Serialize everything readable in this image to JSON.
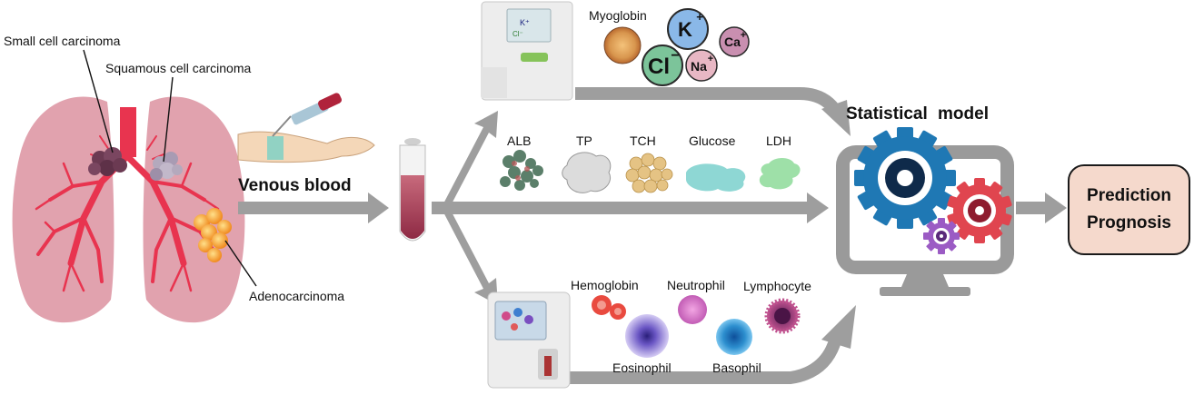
{
  "lung": {
    "labels": {
      "small_cell": "Small cell carcinoma",
      "squamous_cell": "Squamous cell carcinoma",
      "adeno": "Adenocarcinoma"
    }
  },
  "sampling": {
    "label": "Venous blood"
  },
  "analyzers": {
    "biochem_top": {
      "ions": {
        "k": "K",
        "ca": "Ca",
        "cl": "Cl",
        "na": "Na"
      },
      "items": [
        "Myoglobin"
      ]
    },
    "biochem_mid": {
      "items": [
        "ALB",
        "TP",
        "TCH",
        "Glucose",
        "LDH"
      ]
    },
    "hematology": {
      "items": [
        "Hemoglobin",
        "Neutrophil",
        "Lymphocyte",
        "Eosinophil",
        "Basophil"
      ]
    }
  },
  "model": {
    "title": "Statistical  model"
  },
  "outcome": {
    "line1": "Prediction",
    "line2": "Prognosis"
  },
  "colors": {
    "arrow": "#9e9e9e",
    "lung": "#c9566b",
    "airway": "#e8344f",
    "monitor": "#9a9a9a",
    "gear_blue": "#1f78b4",
    "gear_red": "#e0454f",
    "gear_purple": "#9b5bc4",
    "outcome_fill": "#f5d9cc"
  }
}
